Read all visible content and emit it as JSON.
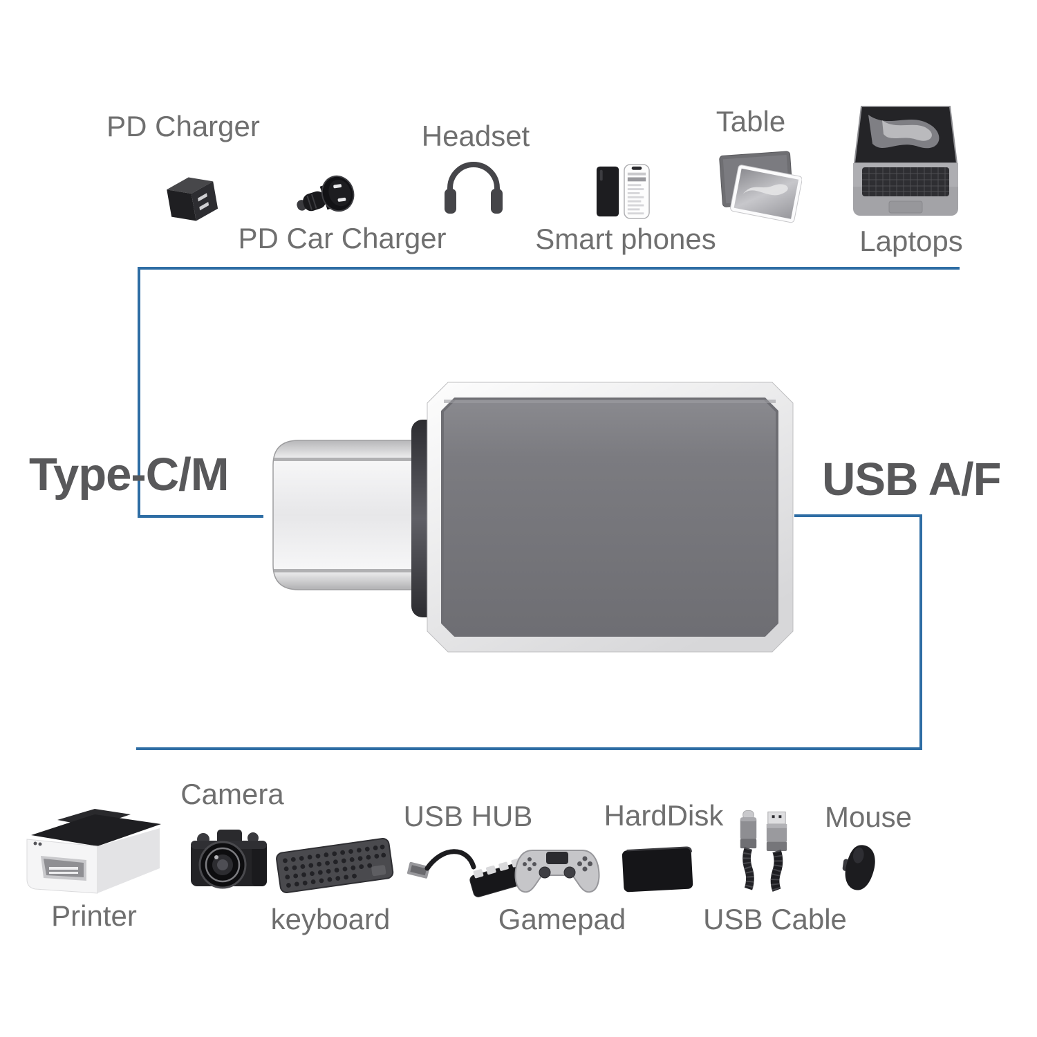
{
  "connector": {
    "left_label": "Type-C/M",
    "right_label": "USB A/F"
  },
  "colors": {
    "accent_blue": "#2e6da4",
    "device_label_gray": "#6f6f6f",
    "port_label_gray": "#58585a",
    "adapter_body_gray": "#77777c"
  },
  "top_devices": [
    {
      "label": "PD Charger",
      "icon": "wall-charger-icon"
    },
    {
      "label": "PD Car Charger",
      "icon": "car-charger-icon"
    },
    {
      "label": "Headset",
      "icon": "headset-icon"
    },
    {
      "label": "Smart phones",
      "icon": "smartphones-icon"
    },
    {
      "label": "Table",
      "icon": "tablets-icon"
    },
    {
      "label": "Laptops",
      "icon": "laptop-icon"
    }
  ],
  "bottom_devices": [
    {
      "label": "Printer",
      "icon": "printer-icon"
    },
    {
      "label": "Camera",
      "icon": "camera-icon"
    },
    {
      "label": "keyboard",
      "icon": "keyboard-icon"
    },
    {
      "label": "USB HUB",
      "icon": "usb-hub-icon"
    },
    {
      "label": "Gamepad",
      "icon": "gamepad-icon"
    },
    {
      "label": "HardDisk",
      "icon": "harddisk-icon"
    },
    {
      "label": "USB Cable",
      "icon": "usb-cable-icon"
    },
    {
      "label": "Mouse",
      "icon": "mouse-icon"
    }
  ]
}
